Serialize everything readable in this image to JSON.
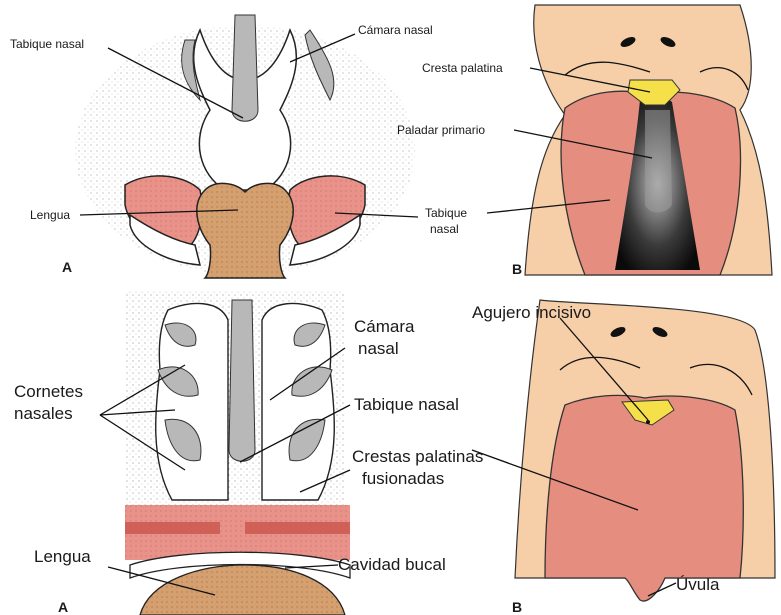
{
  "top_left": {
    "labels": {
      "tabique_nasal": "Tabique nasal",
      "camara_nasal": "Cámara nasal",
      "lengua": "Lengua"
    },
    "panel_letter": "A"
  },
  "top_right": {
    "labels": {
      "cresta_palatina": "Cresta palatina",
      "paladar_primario": "Paladar primario",
      "tabique_line1": "Tabique",
      "tabique_line2": "nasal"
    },
    "panel_letter": "B"
  },
  "bottom_left": {
    "labels": {
      "camara_line1": "Cámara",
      "camara_line2": "nasal",
      "cornetes_line1": "Cornetes",
      "cornetes_line2": "nasales",
      "tabique_nasal": "Tabique nasal",
      "crestas_line1": "Crestas palatinas",
      "crestas_line2": "fusionadas",
      "lengua": "Lengua",
      "cavidad_bucal": "Cavidad bucal"
    },
    "panel_letter": "A"
  },
  "bottom_right": {
    "labels": {
      "agujero_incisivo": "Agujero incisivo",
      "uvula": "Úvula"
    },
    "panel_letter": "B"
  },
  "colors": {
    "skin": "#f6cfa8",
    "palate": "#e58e7f",
    "tongue": "#d39a6b",
    "yellow": "#f5e04a",
    "gray": "#b8b8b8"
  }
}
